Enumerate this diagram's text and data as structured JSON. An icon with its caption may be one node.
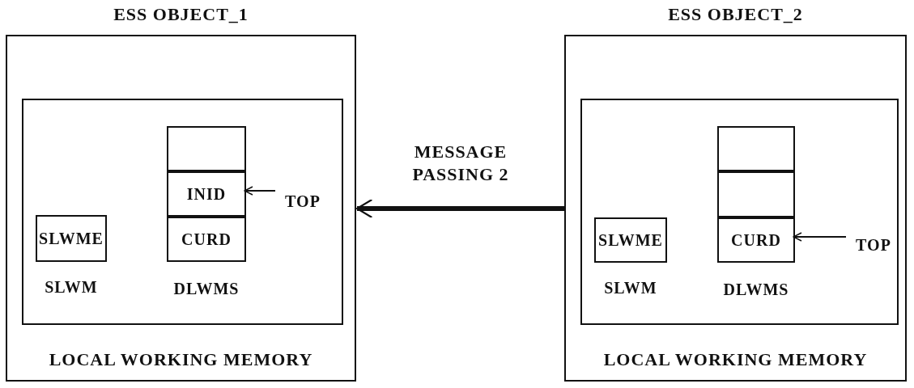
{
  "diagram": {
    "nodes": [
      {
        "text": [
          "ESS OBJECT_1",
          "LOCAL WORKING MEMORY"
        ]
      },
      {
        "text": [],
        "shape": "box",
        "in": 0
      },
      {
        "text": [
          "SLWME"
        ],
        "beside": [
          "SLWM"
        ],
        "in": 1
      },
      {
        "text": [],
        "shape": "box",
        "beside": [
          "DLWMS"
        ],
        "in": 1
      },
      {
        "text": [],
        "shape": "box",
        "in": 3
      },
      {
        "text": [
          "INID"
        ],
        "in": 3
      },
      {
        "text": [
          "CURD"
        ],
        "in": 3
      },
      {
        "text": [
          "TOP"
        ],
        "in": 1
      },
      {
        "text": [
          "ESS OBJECT_2",
          "LOCAL WORKING MEMORY"
        ]
      },
      {
        "text": [],
        "shape": "box",
        "in": 8
      },
      {
        "text": [
          "SLWME"
        ],
        "beside": [
          "SLWM"
        ],
        "in": 9
      },
      {
        "text": [],
        "shape": "box",
        "beside": [
          "DLWMS"
        ],
        "in": 9
      },
      {
        "text": [],
        "shape": "box",
        "in": 11
      },
      {
        "text": [],
        "shape": "box",
        "in": 11
      },
      {
        "text": [
          "CURD"
        ],
        "in": 11
      },
      {
        "text": [
          "TOP"
        ],
        "in": 9
      }
    ],
    "edges": [
      {
        "from": 7,
        "to": 5,
        "arrow": "to"
      },
      {
        "from": 15,
        "to": 14,
        "arrow": "to"
      },
      {
        "from": 8,
        "to": 0,
        "arrow": "to",
        "label": "MESSAGE PASSING 2",
        "style": "thick"
      }
    ]
  }
}
